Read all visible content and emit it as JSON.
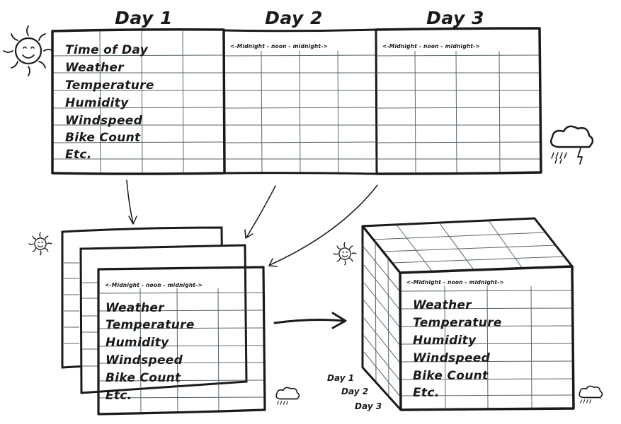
{
  "top": {
    "day_headers": [
      "Day 1",
      "Day 2",
      "Day 3"
    ],
    "row_labels": [
      "Time of Day",
      "Weather",
      "Temperature",
      "Humidity",
      "Windspeed",
      "Bike Count",
      "Etc."
    ],
    "time_axis": "<-Midnight  -  noon  -  midnight->"
  },
  "stack": {
    "time_axis": "<-Midnight  -  noon  -  midnight->",
    "row_labels": [
      "Weather",
      "Temperature",
      "Humidity",
      "Windspeed",
      "Bike Count",
      "Etc."
    ]
  },
  "cube": {
    "time_axis": "<-Midnight  -  noon  -  midnight->",
    "row_labels": [
      "Weather",
      "Temperature",
      "Humidity",
      "Windspeed",
      "Bike Count",
      "Etc."
    ],
    "depth_labels": [
      "Day 1",
      "Day 2",
      "Day 3"
    ]
  },
  "icons": [
    "sun-icon",
    "rain-cloud-icon"
  ]
}
